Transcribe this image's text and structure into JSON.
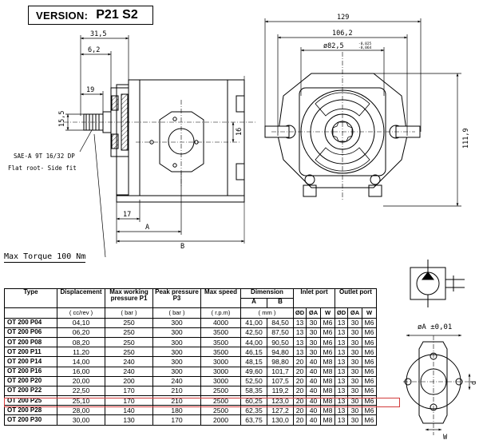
{
  "version": {
    "label": "VERSION:",
    "value": "P21 S2"
  },
  "drawing": {
    "dims": {
      "d129": "129",
      "d106": "106,2",
      "d825": "ø82,5",
      "d825_tol_upper": "-0,025",
      "d825_tol_lower": "-0,064",
      "d31": "31,5",
      "d6": "6,2",
      "d19": "19",
      "d15": "15,5",
      "d16": "16",
      "d111": "111,9",
      "d17": "17",
      "A": "A",
      "B": "B"
    },
    "spline_note_1": "SAE-A 9T 16/32 DP",
    "spline_note_2": "Flat root- Side fit",
    "torque_note": "Max Torque 100 Nm",
    "port_tolerance": "øA ±0,01",
    "port_d": "d",
    "port_w": "W"
  },
  "table": {
    "headers": {
      "type": "Type",
      "displacement": "Displacement",
      "max_pressure": "Max working pressure P1",
      "peak_pressure": "Peak pressure P3",
      "max_speed": "Max speed",
      "dimension": "Dimension",
      "dim_a": "A",
      "dim_b": "B",
      "inlet": "Inlet port",
      "outlet": "Outlet port"
    },
    "units": {
      "displacement": "( cc/rev )",
      "max_pressure": "( bar )",
      "peak_pressure": "( bar )",
      "max_speed": "( r.p.m)",
      "dimension": "( mm )",
      "od": "ØD",
      "oa": "ØA",
      "w": "W"
    },
    "rows": [
      [
        "OT 200 P04",
        "04,10",
        "250",
        "300",
        "4000",
        "41,00",
        "84,50",
        "13",
        "30",
        "M6",
        "13",
        "30",
        "M6"
      ],
      [
        "OT 200 P06",
        "06,20",
        "250",
        "300",
        "3500",
        "42,50",
        "87,50",
        "13",
        "30",
        "M6",
        "13",
        "30",
        "M6"
      ],
      [
        "OT 200 P08",
        "08,20",
        "250",
        "300",
        "3500",
        "44,00",
        "90,50",
        "13",
        "30",
        "M6",
        "13",
        "30",
        "M6"
      ],
      [
        "OT 200 P11",
        "11,20",
        "250",
        "300",
        "3500",
        "46,15",
        "94,80",
        "13",
        "30",
        "M6",
        "13",
        "30",
        "M6"
      ],
      [
        "OT 200 P14",
        "14,00",
        "240",
        "300",
        "3000",
        "48,15",
        "98,80",
        "20",
        "40",
        "M8",
        "13",
        "30",
        "M6"
      ],
      [
        "OT 200 P16",
        "16,00",
        "240",
        "300",
        "3000",
        "49,60",
        "101,7",
        "20",
        "40",
        "M8",
        "13",
        "30",
        "M6"
      ],
      [
        "OT 200 P20",
        "20,00",
        "200",
        "240",
        "3000",
        "52,50",
        "107,5",
        "20",
        "40",
        "M8",
        "13",
        "30",
        "M6"
      ],
      [
        "OT 200 P22",
        "22,50",
        "170",
        "210",
        "2500",
        "58,35",
        "119,2",
        "20",
        "40",
        "M8",
        "13",
        "30",
        "M6"
      ],
      [
        "OT 200 P25",
        "25,10",
        "170",
        "210",
        "2500",
        "60,25",
        "123,0",
        "20",
        "40",
        "M8",
        "13",
        "30",
        "M6"
      ],
      [
        "OT 200 P28",
        "28,00",
        "140",
        "180",
        "2500",
        "62,35",
        "127,2",
        "20",
        "40",
        "M8",
        "13",
        "30",
        "M6"
      ],
      [
        "OT 200 P30",
        "30,00",
        "130",
        "170",
        "2000",
        "63,75",
        "130,0",
        "20",
        "40",
        "M8",
        "13",
        "30",
        "M6"
      ]
    ]
  }
}
